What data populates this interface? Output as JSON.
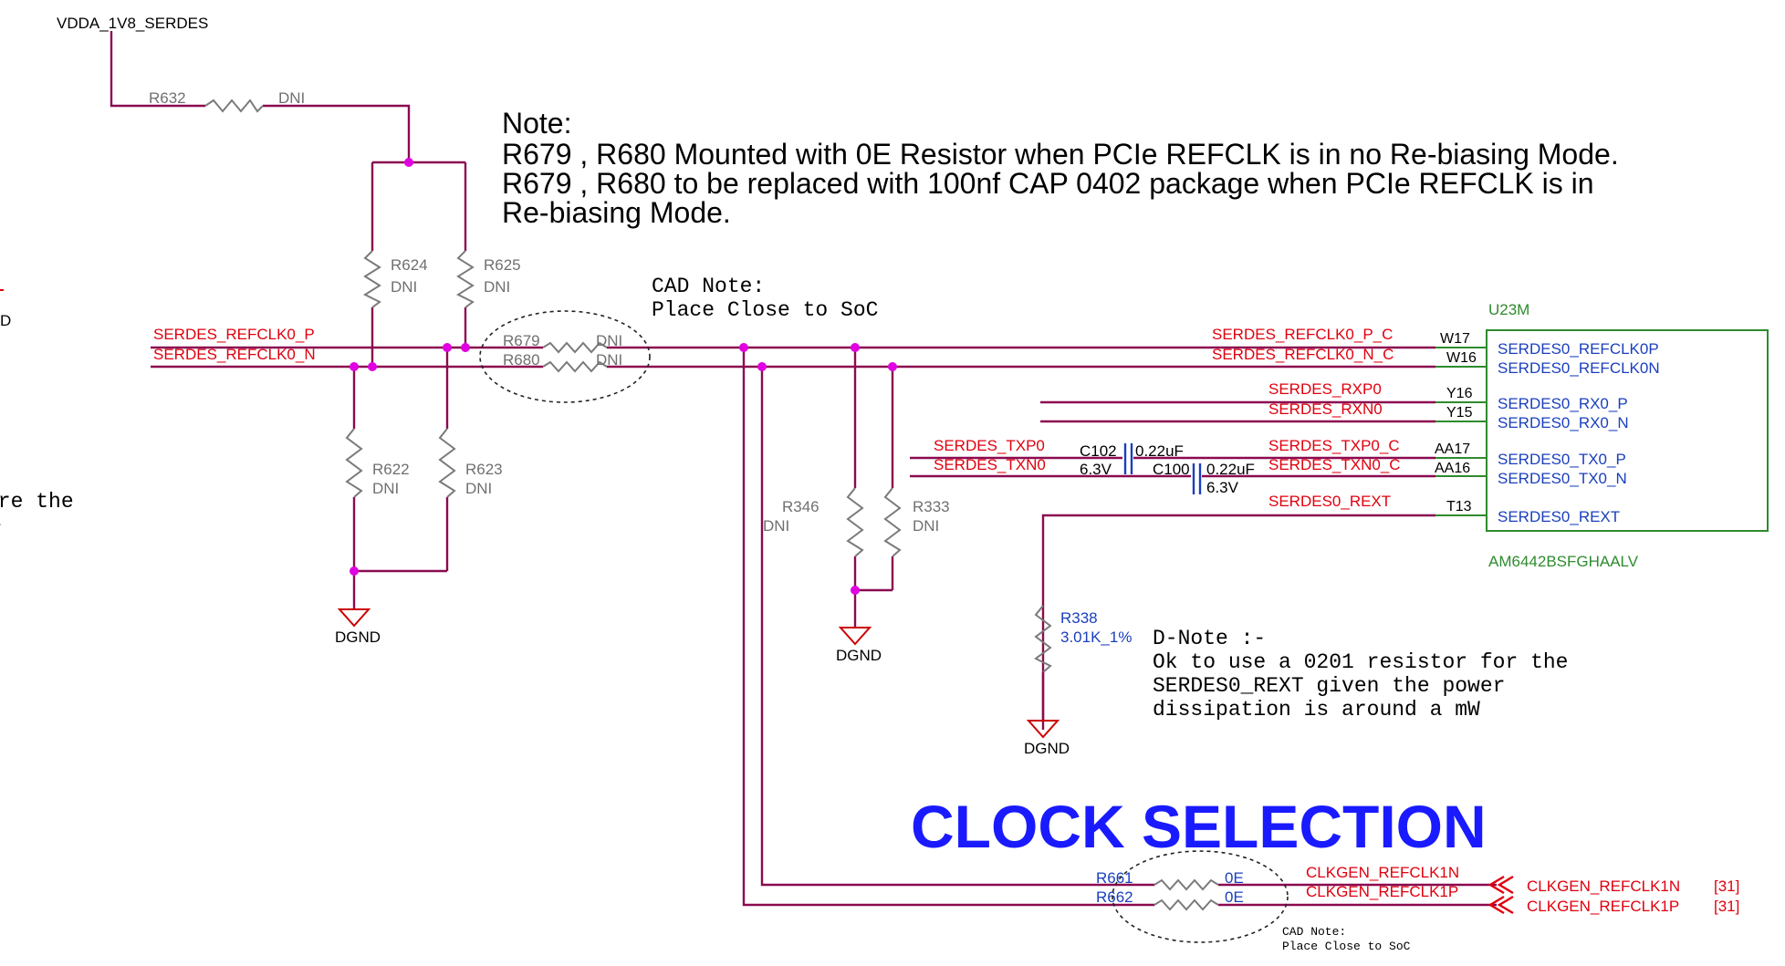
{
  "power_rail": "VDDA_1V8_SERDES",
  "resistors": {
    "r632": {
      "ref": "R632",
      "value": "DNI"
    },
    "r624": {
      "ref": "R624",
      "value": "DNI"
    },
    "r625": {
      "ref": "R625",
      "value": "DNI"
    },
    "r622": {
      "ref": "R622",
      "value": "DNI"
    },
    "r623": {
      "ref": "R623",
      "value": "DNI"
    },
    "r679": {
      "ref": "R679",
      "value": "DNI"
    },
    "r680": {
      "ref": "R680",
      "value": "DNI"
    },
    "r346": {
      "ref": "R346",
      "value": "DNI"
    },
    "r333": {
      "ref": "R333",
      "value": "DNI"
    },
    "r338": {
      "ref": "R338",
      "value": "3.01K_1%"
    },
    "r661": {
      "ref": "R661",
      "value": "0E"
    },
    "r662": {
      "ref": "R662",
      "value": "0E"
    }
  },
  "capacitors": {
    "c102": {
      "ref": "C102",
      "value": "0.22uF",
      "voltage": "6.3V"
    },
    "c100": {
      "ref": "C100",
      "value": "0.22uF",
      "voltage": "6.3V"
    }
  },
  "nets": {
    "refclk0_p": "SERDES_REFCLK0_P",
    "refclk0_n": "SERDES_REFCLK0_N",
    "refclk0_p_c": "SERDES_REFCLK0_P_C",
    "refclk0_n_c": "SERDES_REFCLK0_N_C",
    "rxp0": "SERDES_RXP0",
    "rxn0": "SERDES_RXN0",
    "txp0": "SERDES_TXP0",
    "txn0": "SERDES_TXN0",
    "txp0_c": "SERDES_TXP0_C",
    "txn0_c": "SERDES_TXN0_C",
    "rext": "SERDES0_REXT",
    "clkgen_n": "CLKGEN_REFCLK1N",
    "clkgen_p": "CLKGEN_REFCLK1P"
  },
  "offpage": [
    {
      "net": "CLKGEN_REFCLK1N",
      "sheet": "[31]"
    },
    {
      "net": "CLKGEN_REFCLK1P",
      "sheet": "[31]"
    }
  ],
  "ground_label": "DGND",
  "edge_fragments": {
    "d": "D",
    "ore_the": "ore the",
    "e": "e",
    "t": "t"
  },
  "ic": {
    "ref": "U23M",
    "part": "AM6442BSFGHAALV",
    "pins": [
      {
        "num": "W17",
        "name": "SERDES0_REFCLK0P"
      },
      {
        "num": "W16",
        "name": "SERDES0_REFCLK0N"
      },
      {
        "num": "Y16",
        "name": "SERDES0_RX0_P"
      },
      {
        "num": "Y15",
        "name": "SERDES0_RX0_N"
      },
      {
        "num": "AA17",
        "name": "SERDES0_TX0_P"
      },
      {
        "num": "AA16",
        "name": "SERDES0_TX0_N"
      },
      {
        "num": "T13",
        "name": "SERDES0_REXT"
      }
    ]
  },
  "note": {
    "title": "Note:",
    "line1": "R679 , R680 Mounted with 0E Resistor when PCIe REFCLK is in no Re-biasing Mode.",
    "line2": "R679 , R680 to be replaced with 100nf CAP 0402 package when PCIe REFCLK is in",
    "line3": "Re-biasing  Mode."
  },
  "cad_note": {
    "line1": "CAD  Note:",
    "line2": "Place  Close  to  SoC"
  },
  "cad_note_small": {
    "line1": "CAD Note:",
    "line2": "Place Close to SoC"
  },
  "d_note": {
    "line1": "D-Note  :-",
    "line2": "Ok  to  use  a  0201  resistor  for  the",
    "line3": "SERDES0_REXT  given  the  power",
    "line4": "dissipation  is  around  a  mW"
  },
  "section_title": "CLOCK SELECTION"
}
